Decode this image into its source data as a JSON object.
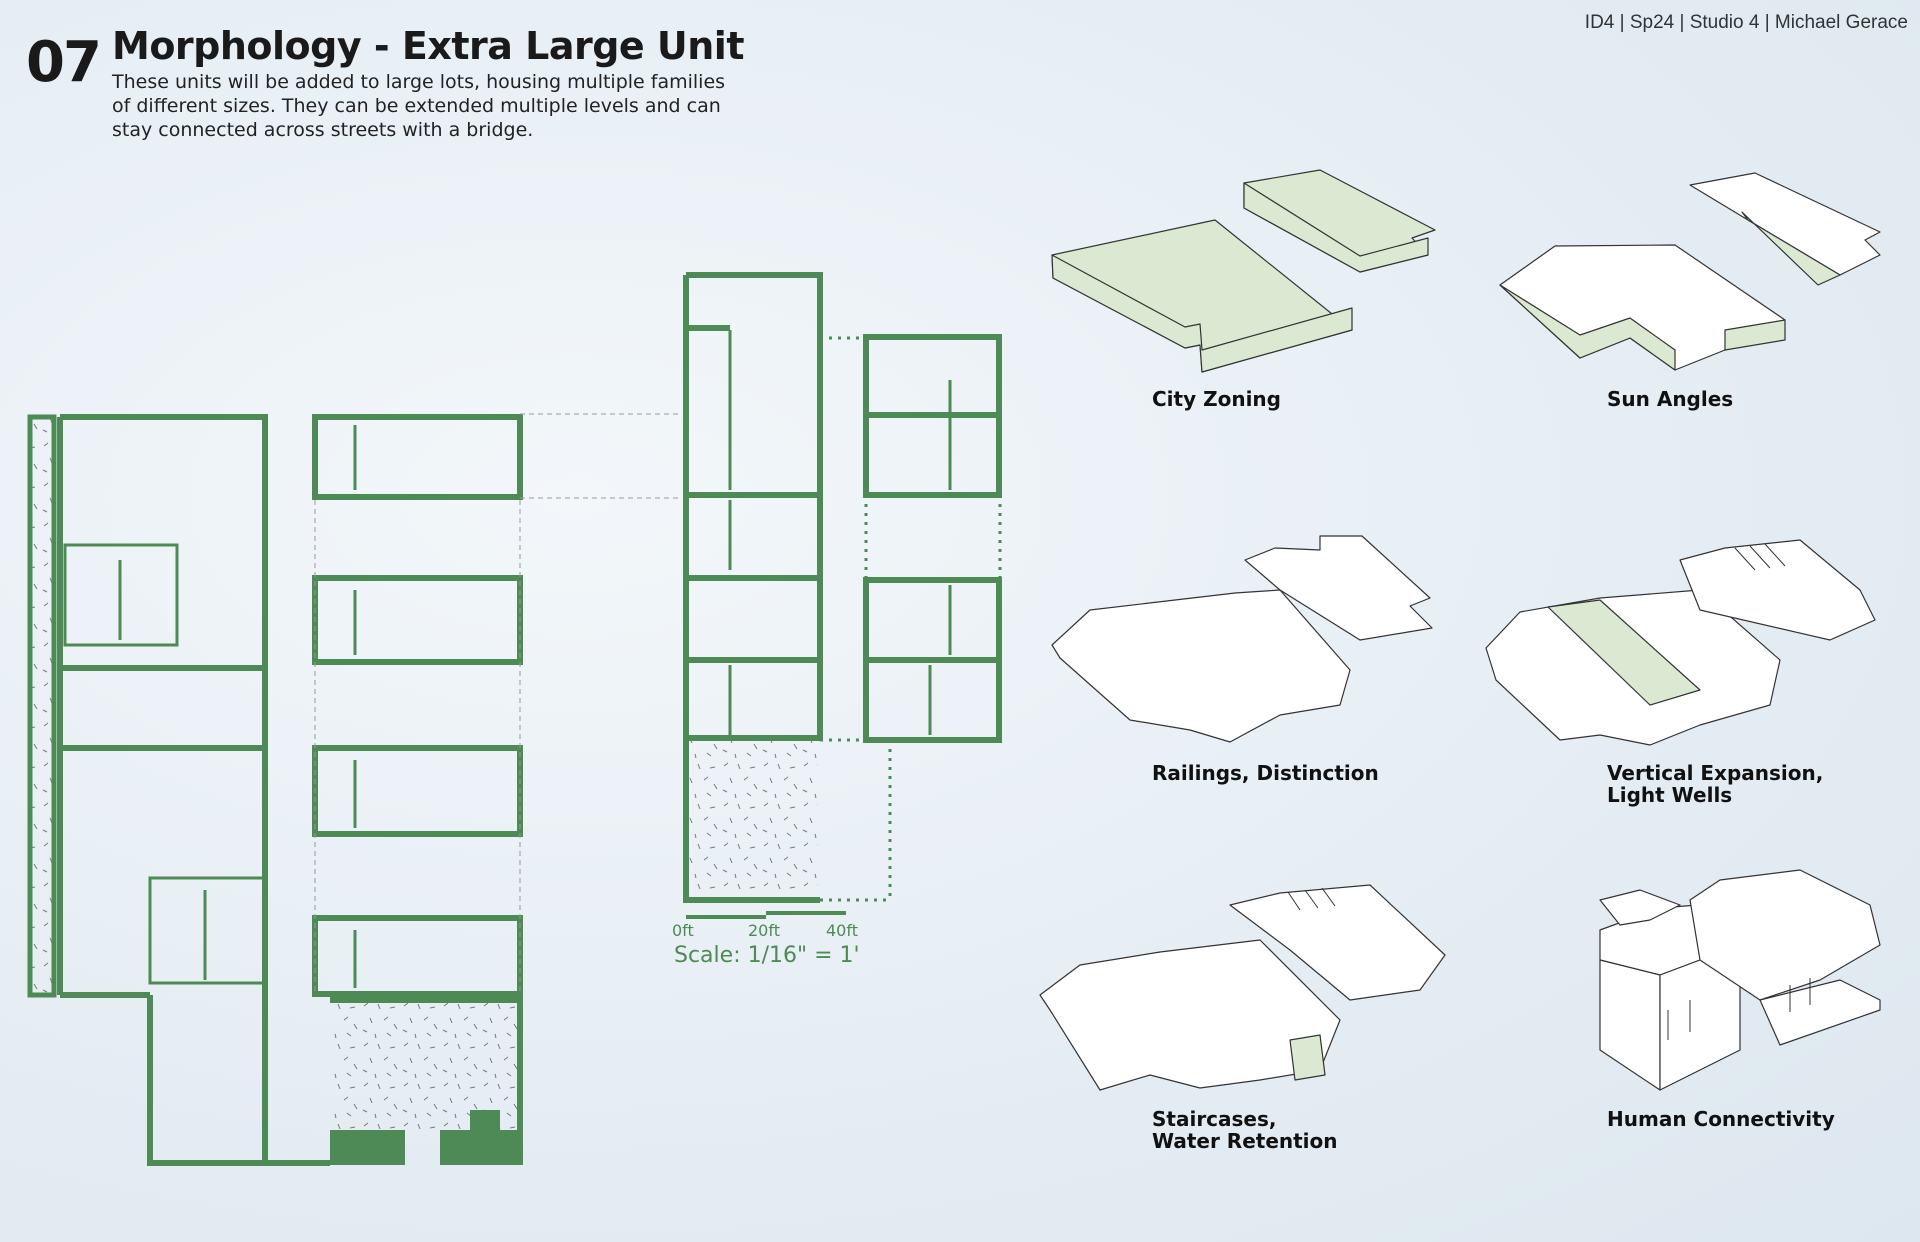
{
  "header": {
    "number": "07",
    "title": "Morphology - Extra Large Unit",
    "description": "These units will be added to large lots, housing multiple families of different sizes. They can be extended multiple levels and can stay connected across streets with a bridge.",
    "credits": "ID4 | Sp24 | Studio 4 | Michael Gerace"
  },
  "scale": {
    "tick_0": "0ft",
    "tick_20": "20ft",
    "tick_40": "40ft",
    "text": "Scale: 1/16\" = 1'"
  },
  "diagrams": {
    "city_zoning": "City Zoning",
    "sun_angles": "Sun Angles",
    "railings": "Railings, Distinction",
    "vertical_1": "Vertical Expansion,",
    "vertical_2": "Light Wells",
    "staircases_1": "Staircases,",
    "staircases_2": "Water Retention",
    "human": "Human Connectivity"
  },
  "colors": {
    "wall_green": "#4e8a55",
    "light_green": "#dbe9d2",
    "outline": "#333333"
  }
}
